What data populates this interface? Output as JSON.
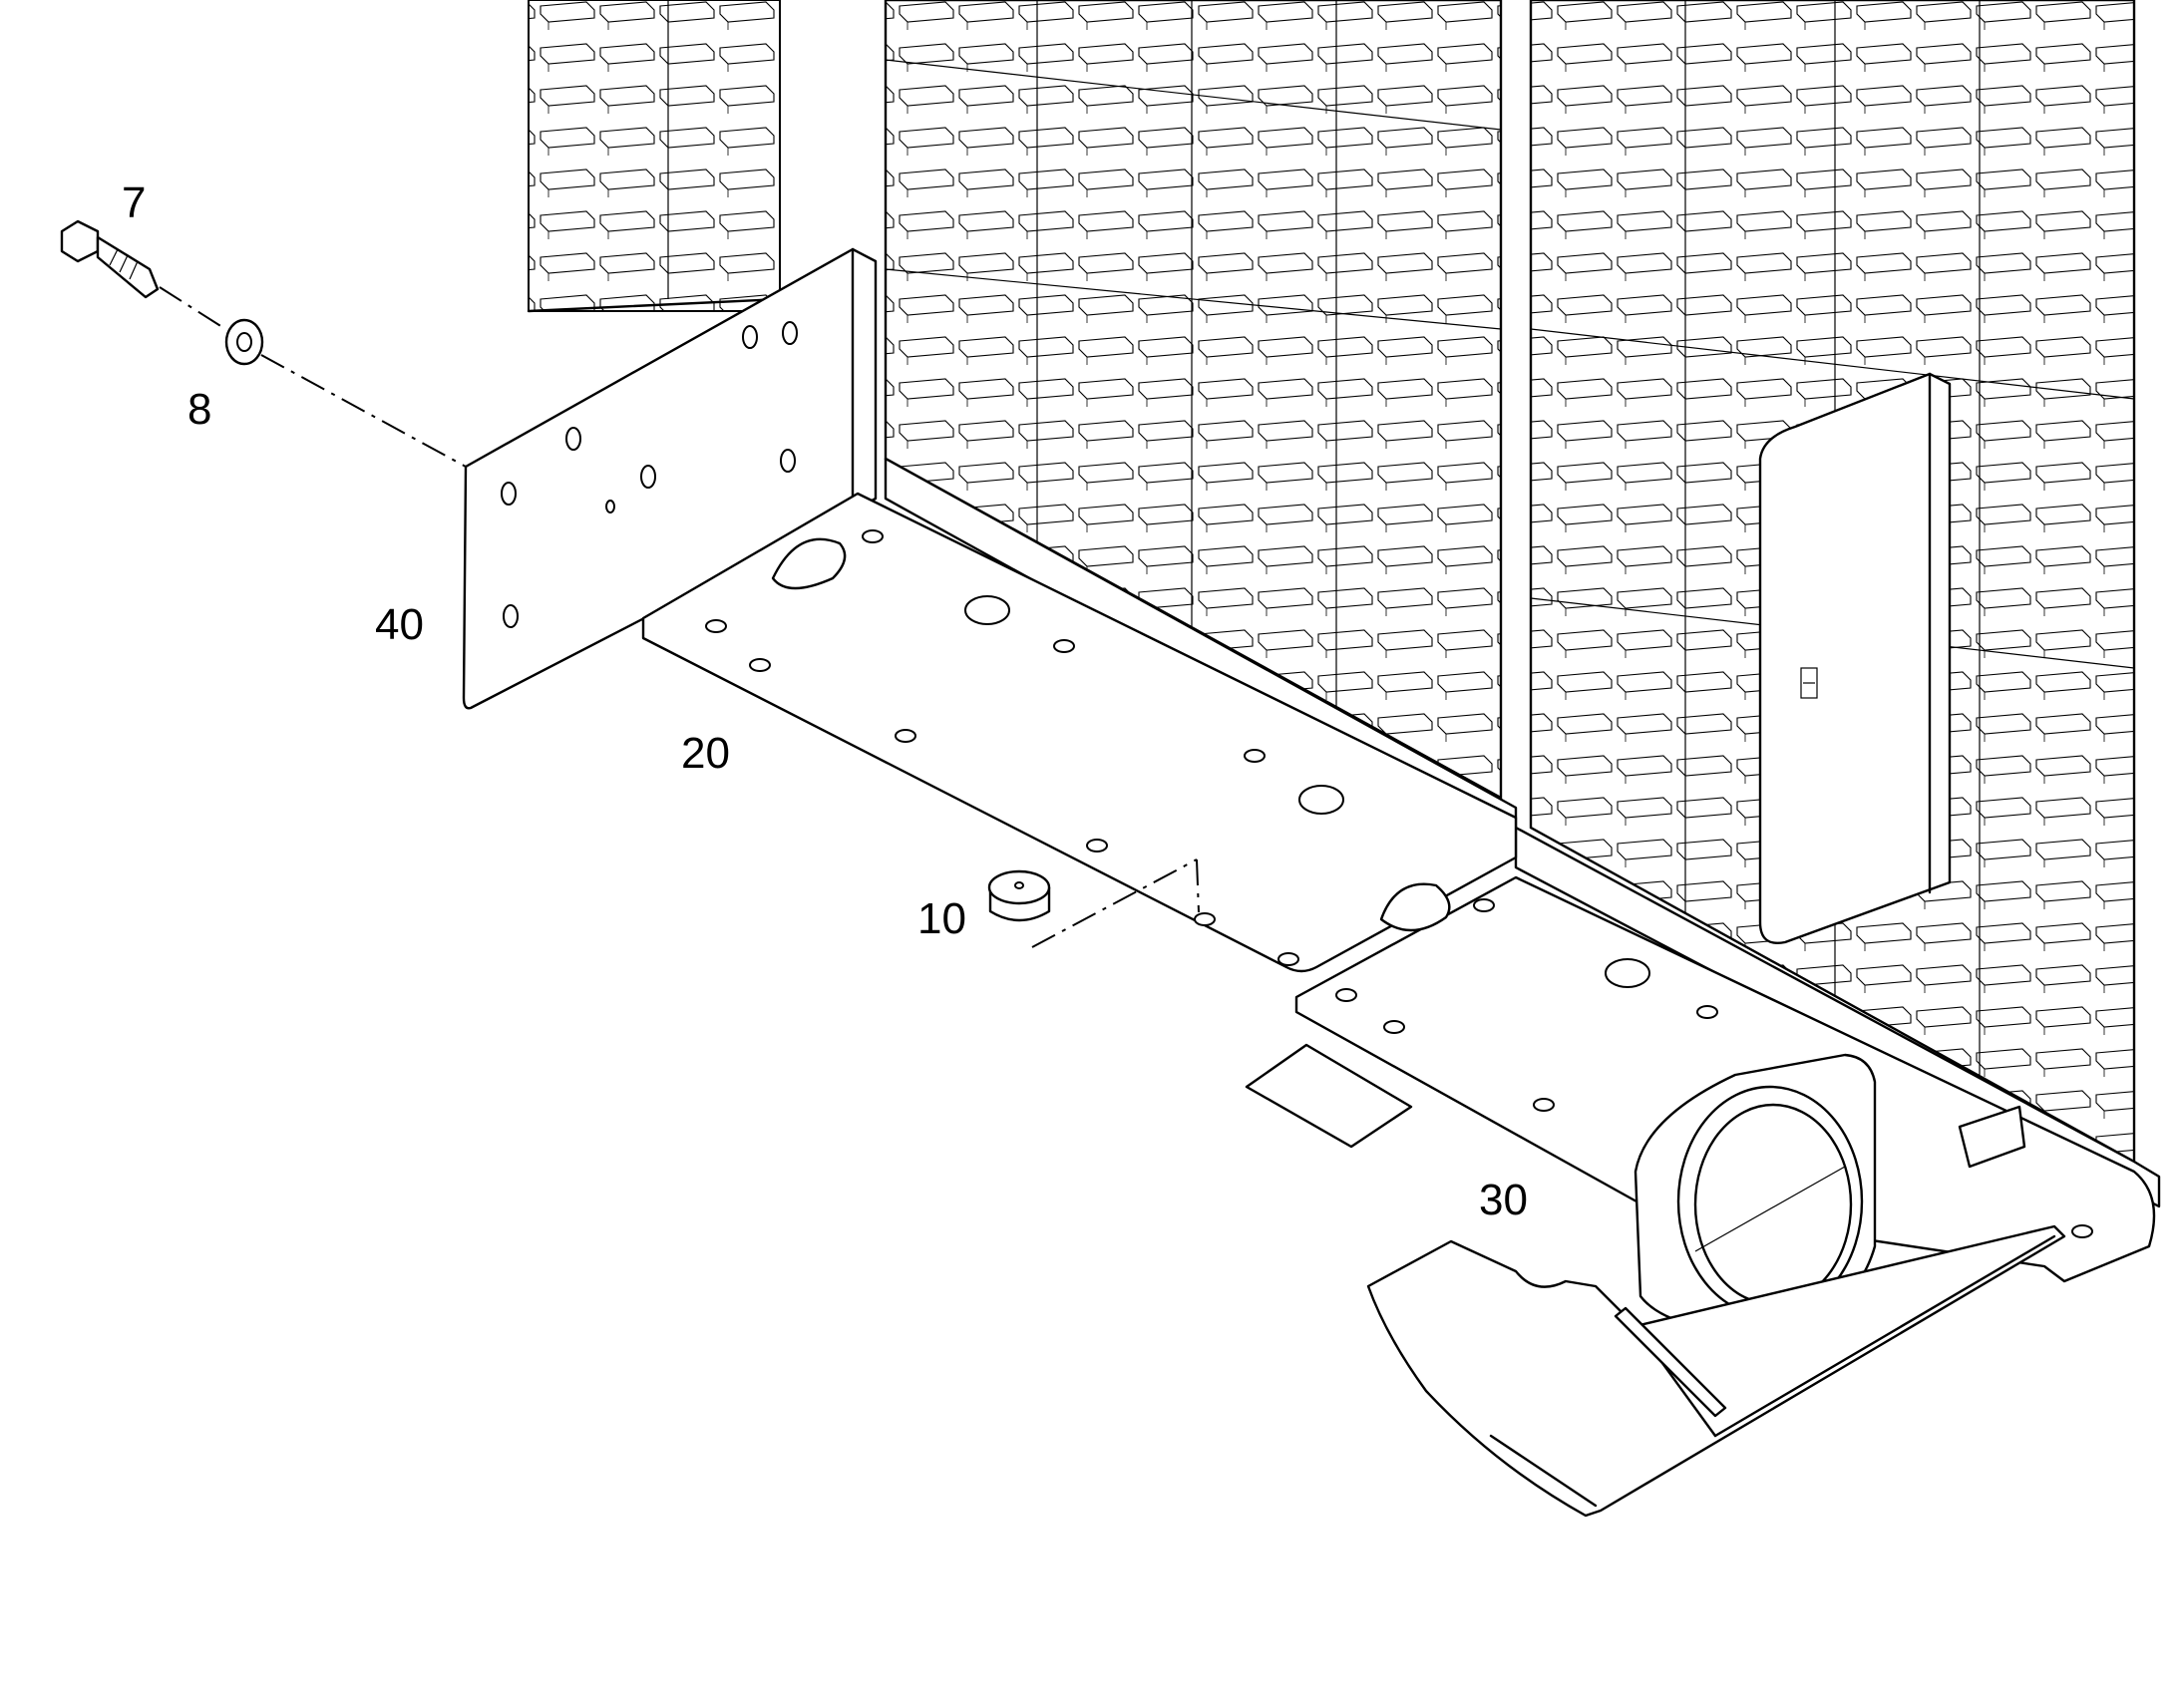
{
  "callouts": [
    {
      "id": "7",
      "text": "7"
    },
    {
      "id": "8",
      "text": "8"
    },
    {
      "id": "40",
      "text": "40"
    },
    {
      "id": "20",
      "text": "20"
    },
    {
      "id": "10",
      "text": "10"
    },
    {
      "id": "30",
      "text": "30"
    }
  ],
  "colors": {
    "line": "#000000",
    "background": "#ffffff"
  }
}
